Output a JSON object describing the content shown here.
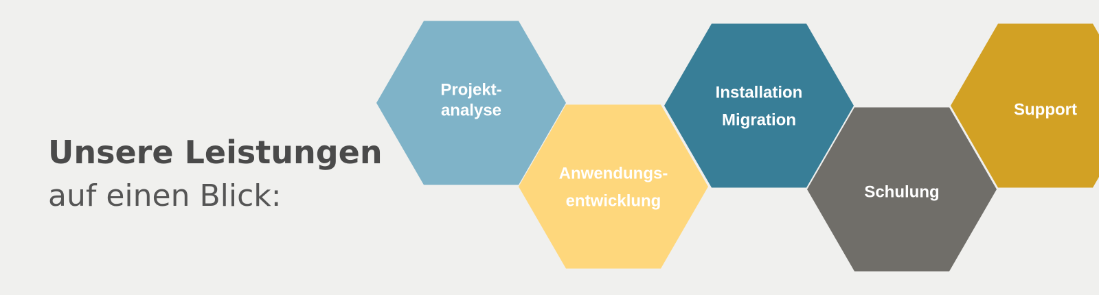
{
  "headline": {
    "line1": "Unsere Leistungen",
    "line2": "auf einen Blick:"
  },
  "hexagons": [
    {
      "id": "projektanalyse",
      "lines": [
        "Projekt-",
        "analyse"
      ],
      "color": "#7fb3c8"
    },
    {
      "id": "anwendungsentwicklung",
      "lines": [
        "Anwendungs-",
        "entwicklung"
      ],
      "color": "#fed77c"
    },
    {
      "id": "installation-migration",
      "lines": [
        "Installation",
        "Migration"
      ],
      "color": "#387e97"
    },
    {
      "id": "schulung",
      "lines": [
        "Schulung"
      ],
      "color": "#706e69"
    },
    {
      "id": "support",
      "lines": [
        "Support"
      ],
      "color": "#d2a124"
    }
  ],
  "colors": {
    "background": "#f0f0ee",
    "headline": "#4a4a4a",
    "label": "#ffffff"
  }
}
